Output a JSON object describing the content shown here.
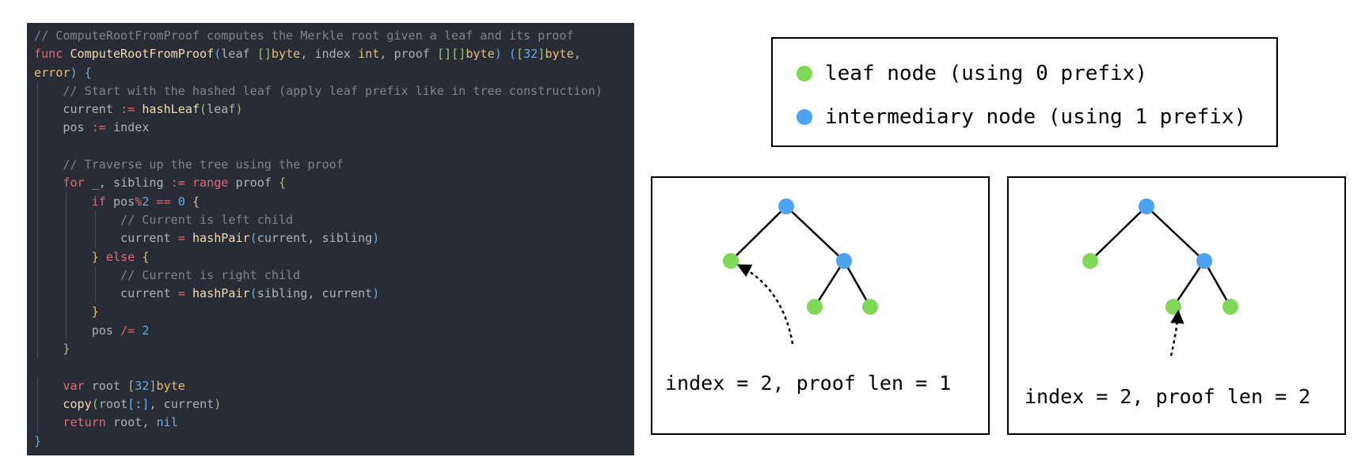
{
  "colors": {
    "leaf": "#7ed957",
    "intermediary": "#4ba3f5",
    "code_background": "#282c34"
  },
  "code": {
    "lines": [
      [
        [
          "// ComputeRootFromProof computes the Merkle root given a leaf and its proof",
          "comment"
        ]
      ],
      [
        [
          "func ",
          "kw"
        ],
        [
          "ComputeRootFromProof",
          "fn"
        ],
        [
          "(",
          "b1"
        ],
        [
          "leaf ",
          "var"
        ],
        [
          "[]",
          "b2"
        ],
        [
          "byte",
          "type"
        ],
        [
          ", ",
          "var"
        ],
        [
          "index ",
          "var"
        ],
        [
          "int",
          "type"
        ],
        [
          ", ",
          "var"
        ],
        [
          "proof ",
          "var"
        ],
        [
          "[]",
          "b2"
        ],
        [
          "[]",
          "b2"
        ],
        [
          "byte",
          "type"
        ],
        [
          ") ",
          "b1"
        ],
        [
          "(",
          "b1"
        ],
        [
          "[",
          "b2"
        ],
        [
          "32",
          "num"
        ],
        [
          "]",
          "b2"
        ],
        [
          "byte",
          "type"
        ],
        [
          ",",
          "var"
        ]
      ],
      [
        [
          "error",
          "type"
        ],
        [
          ") ",
          "b1"
        ],
        [
          "{",
          "b1"
        ]
      ],
      [
        [
          "    "
        ],
        [
          "// Start with the hashed leaf (apply leaf prefix like in tree construction)",
          "comment"
        ]
      ],
      [
        [
          "    "
        ],
        [
          "current ",
          "var"
        ],
        [
          ":= ",
          "op"
        ],
        [
          "hashLeaf",
          "fn"
        ],
        [
          "(",
          "b2"
        ],
        [
          "leaf",
          "var"
        ],
        [
          ")",
          "b2"
        ]
      ],
      [
        [
          "    "
        ],
        [
          "pos ",
          "var"
        ],
        [
          ":= ",
          "op"
        ],
        [
          "index",
          "var"
        ]
      ],
      [
        [
          "    "
        ]
      ],
      [
        [
          "    "
        ],
        [
          "// Traverse up the tree using the proof",
          "comment"
        ]
      ],
      [
        [
          "    "
        ],
        [
          "for ",
          "kw"
        ],
        [
          "_, sibling ",
          "var"
        ],
        [
          ":= ",
          "op"
        ],
        [
          "range ",
          "kw"
        ],
        [
          "proof ",
          "var"
        ],
        [
          "{",
          "b2"
        ]
      ],
      [
        [
          "        "
        ],
        [
          "if ",
          "kw"
        ],
        [
          "pos",
          "var"
        ],
        [
          "%",
          "op"
        ],
        [
          "2 ",
          "num"
        ],
        [
          "== ",
          "op"
        ],
        [
          "0 ",
          "num"
        ],
        [
          "{",
          "b3"
        ]
      ],
      [
        [
          "            "
        ],
        [
          "// Current is left child",
          "comment"
        ]
      ],
      [
        [
          "            "
        ],
        [
          "current ",
          "var"
        ],
        [
          "= ",
          "op"
        ],
        [
          "hashPair",
          "fn"
        ],
        [
          "(",
          "b1"
        ],
        [
          "current, sibling",
          "var"
        ],
        [
          ")",
          "b1"
        ]
      ],
      [
        [
          "        "
        ],
        [
          "} ",
          "b3"
        ],
        [
          "else ",
          "kw"
        ],
        [
          "{",
          "b3"
        ]
      ],
      [
        [
          "            "
        ],
        [
          "// Current is right child",
          "comment"
        ]
      ],
      [
        [
          "            "
        ],
        [
          "current ",
          "var"
        ],
        [
          "= ",
          "op"
        ],
        [
          "hashPair",
          "fn"
        ],
        [
          "(",
          "b1"
        ],
        [
          "sibling, current",
          "var"
        ],
        [
          ")",
          "b1"
        ]
      ],
      [
        [
          "        "
        ],
        [
          "}",
          "b3"
        ]
      ],
      [
        [
          "        "
        ],
        [
          "pos ",
          "var"
        ],
        [
          "/= ",
          "op"
        ],
        [
          "2",
          "num"
        ]
      ],
      [
        [
          "    "
        ],
        [
          "}",
          "b2"
        ]
      ],
      [
        [
          ""
        ]
      ],
      [
        [
          "    "
        ],
        [
          "var ",
          "kw"
        ],
        [
          "root ",
          "var"
        ],
        [
          "[",
          "b2"
        ],
        [
          "32",
          "num"
        ],
        [
          "]",
          "b2"
        ],
        [
          "byte",
          "type"
        ]
      ],
      [
        [
          "    "
        ],
        [
          "copy",
          "fn"
        ],
        [
          "(",
          "b2"
        ],
        [
          "root",
          "var"
        ],
        [
          "[",
          "b1"
        ],
        [
          ":",
          "var"
        ],
        [
          "]",
          "b1"
        ],
        [
          ", current",
          "var"
        ],
        [
          ")",
          "b2"
        ]
      ],
      [
        [
          "    "
        ],
        [
          "return ",
          "kw"
        ],
        [
          "root, ",
          "var"
        ],
        [
          "nil",
          "nil"
        ]
      ],
      [
        [
          "}",
          "b1"
        ]
      ]
    ]
  },
  "legend": {
    "items": [
      {
        "label": "leaf node (using 0 prefix)",
        "kind": "leaf"
      },
      {
        "label": "intermediary node (using 1 prefix)",
        "kind": "intermediary"
      }
    ]
  },
  "trees": [
    {
      "caption": "index = 2, proof len = 1",
      "nodes": [
        {
          "id": "root",
          "kind": "intermediary"
        },
        {
          "id": "left",
          "kind": "leaf"
        },
        {
          "id": "right",
          "kind": "intermediary"
        },
        {
          "id": "right-left",
          "kind": "leaf"
        },
        {
          "id": "right-right",
          "kind": "leaf"
        }
      ],
      "edges": [
        [
          "root",
          "left"
        ],
        [
          "root",
          "right"
        ],
        [
          "right",
          "right-left"
        ],
        [
          "right",
          "right-right"
        ]
      ],
      "arrow_target": "left"
    },
    {
      "caption": "index = 2, proof len = 2",
      "nodes": [
        {
          "id": "root",
          "kind": "intermediary"
        },
        {
          "id": "left",
          "kind": "leaf"
        },
        {
          "id": "right",
          "kind": "intermediary"
        },
        {
          "id": "right-left",
          "kind": "leaf"
        },
        {
          "id": "right-right",
          "kind": "leaf"
        }
      ],
      "edges": [
        [
          "root",
          "left"
        ],
        [
          "root",
          "right"
        ],
        [
          "right",
          "right-left"
        ],
        [
          "right",
          "right-right"
        ]
      ],
      "arrow_target": "right-left"
    }
  ]
}
